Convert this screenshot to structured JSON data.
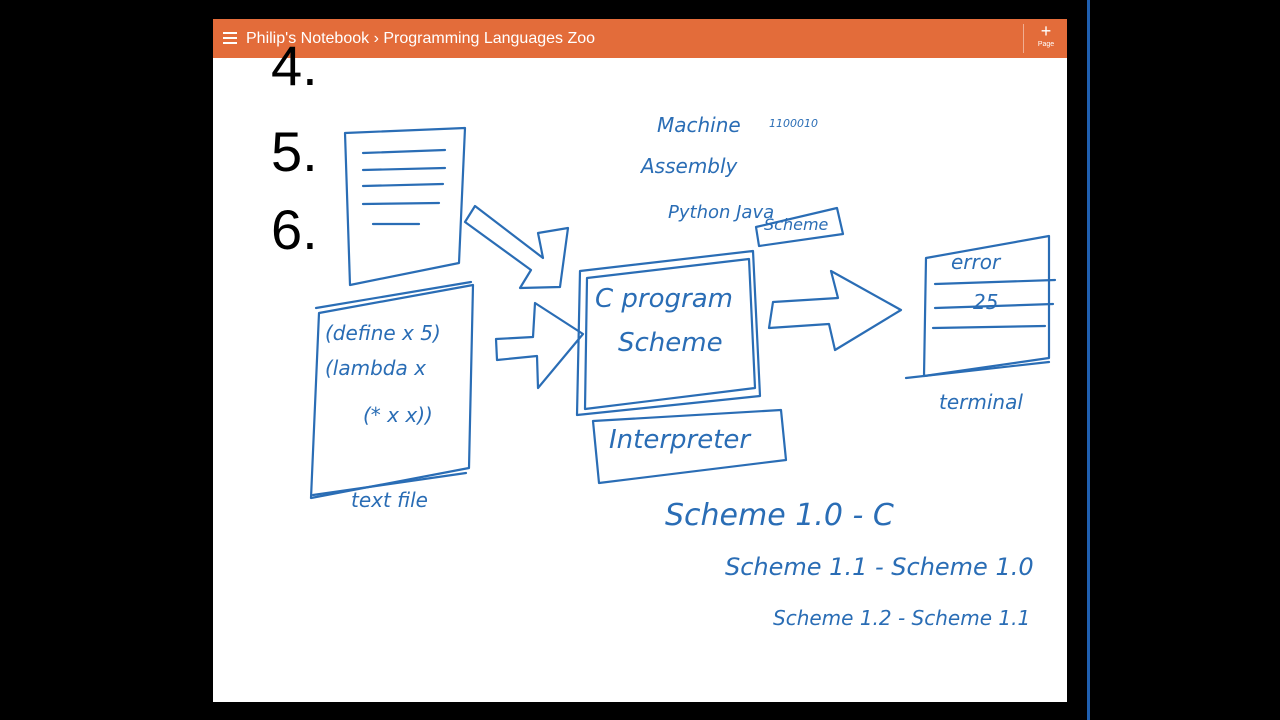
{
  "window": {
    "menu_icon": "hamburger-icon",
    "breadcrumb": {
      "notebook": "Philip's Notebook",
      "separator": "›",
      "section": "Programming Languages Zoo"
    },
    "add_page": {
      "icon": "plus-icon",
      "label": "Page"
    },
    "accent_color": "#e36c3a"
  },
  "page": {
    "list_numbers": [
      "4.",
      "5.",
      "6."
    ],
    "ink_color": "#2a6db5",
    "handwriting": {
      "code_lines": [
        "(define x 5)",
        "(lambda x",
        "(* x x))"
      ],
      "source_label": "text file",
      "center_lines": [
        "C program",
        "Scheme"
      ],
      "interpreter_label": "Interpreter",
      "top_words": [
        "Machine",
        "Assembly",
        "Python Java",
        "Scheme"
      ],
      "top_small": "1100010",
      "terminal_lines": [
        "error",
        "25"
      ],
      "terminal_label": "terminal",
      "versions": [
        "Scheme 1.0 - C",
        "Scheme 1.1 - Scheme 1.0",
        "Scheme 1.2 - Scheme 1.1"
      ]
    }
  }
}
